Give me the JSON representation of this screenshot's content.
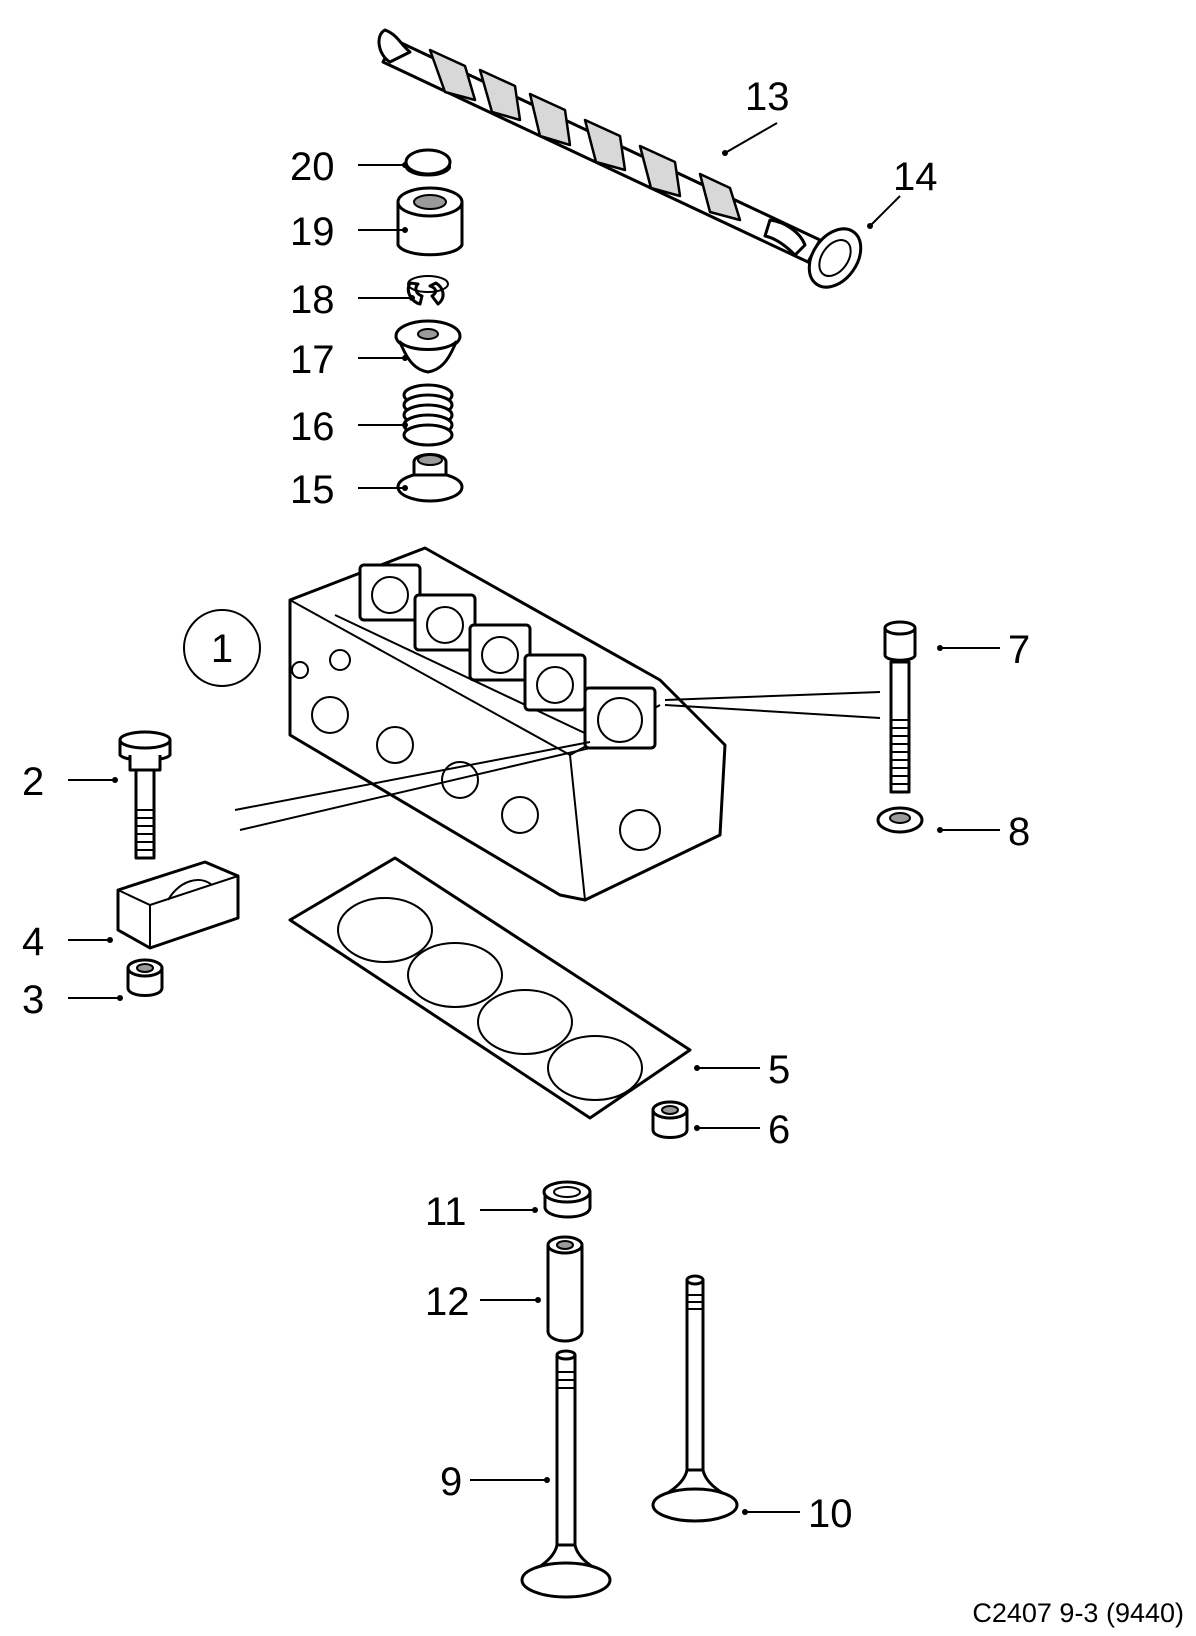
{
  "diagram": {
    "reference": "C2407 9-3 (9440)",
    "assembly_callout": "1",
    "callouts": {
      "c2": "2",
      "c3": "3",
      "c4": "4",
      "c5": "5",
      "c6": "6",
      "c7": "7",
      "c8": "8",
      "c9": "9",
      "c10": "10",
      "c11": "11",
      "c12": "12",
      "c13": "13",
      "c14": "14",
      "c15": "15",
      "c16": "16",
      "c17": "17",
      "c18": "18",
      "c19": "19",
      "c20": "20"
    }
  }
}
